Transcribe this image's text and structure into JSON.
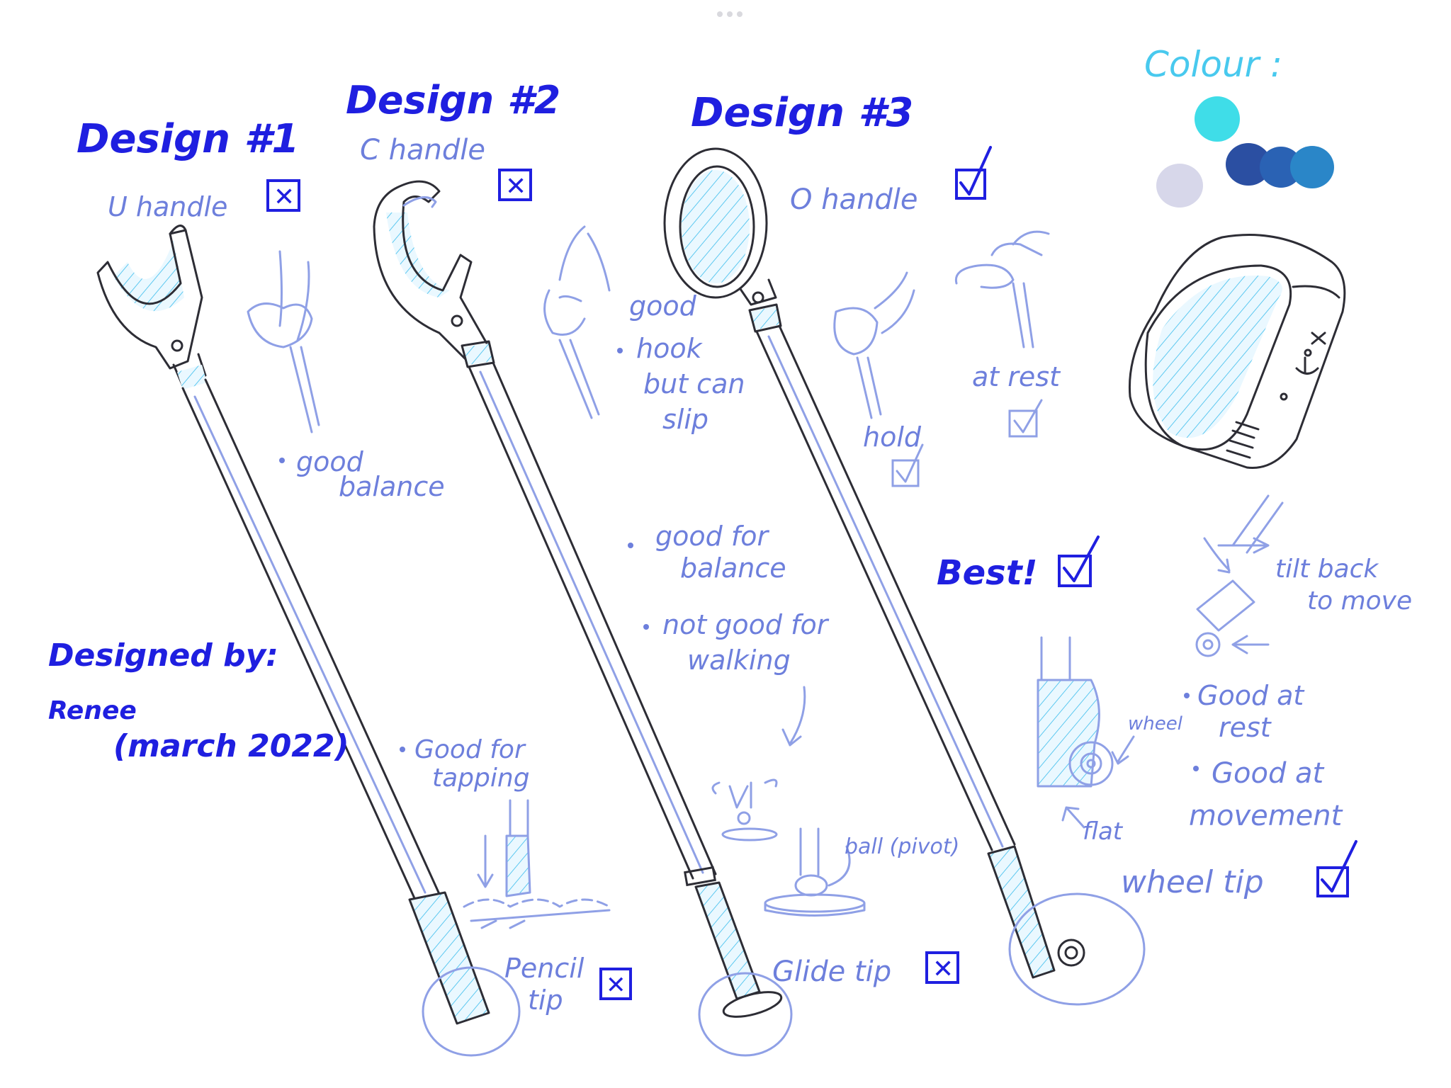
{
  "designs": [
    {
      "title": "Design #1",
      "handle": "U handle",
      "notes": [
        "good",
        "balance"
      ],
      "tip_notes": [
        "Good for",
        "tapping"
      ],
      "tip": [
        "Pencil",
        "tip"
      ]
    },
    {
      "title": "Design #2",
      "handle": "C handle",
      "notes": [
        "good",
        "hook",
        "but can",
        "slip"
      ],
      "balance_notes": [
        "good for",
        "balance",
        "not good for",
        "walking"
      ],
      "tip": "Glide tip",
      "tip_annotation": "ball (pivot)"
    },
    {
      "title": "Design #3",
      "handle": "O handle",
      "hold_label": "hold",
      "rest_label": "at rest",
      "best": "Best!",
      "wheel_label": "wheel",
      "flat_label": "flat",
      "tilt_note": [
        "tilt back",
        "to move"
      ],
      "wheel_notes": [
        "Good at",
        "rest",
        "Good at",
        "movement"
      ],
      "tip": "wheel tip"
    }
  ],
  "colour": {
    "title": "Colour :",
    "swatches": [
      "#3fdde8",
      "#d7d7ea",
      "#2b4fa2",
      "#2a62b4",
      "#2a86c8"
    ]
  },
  "credit": {
    "label": "Designed by:",
    "name": "Renee",
    "date": "(march 2022)"
  },
  "marks": {
    "cross": "✕",
    "check": "✓"
  }
}
